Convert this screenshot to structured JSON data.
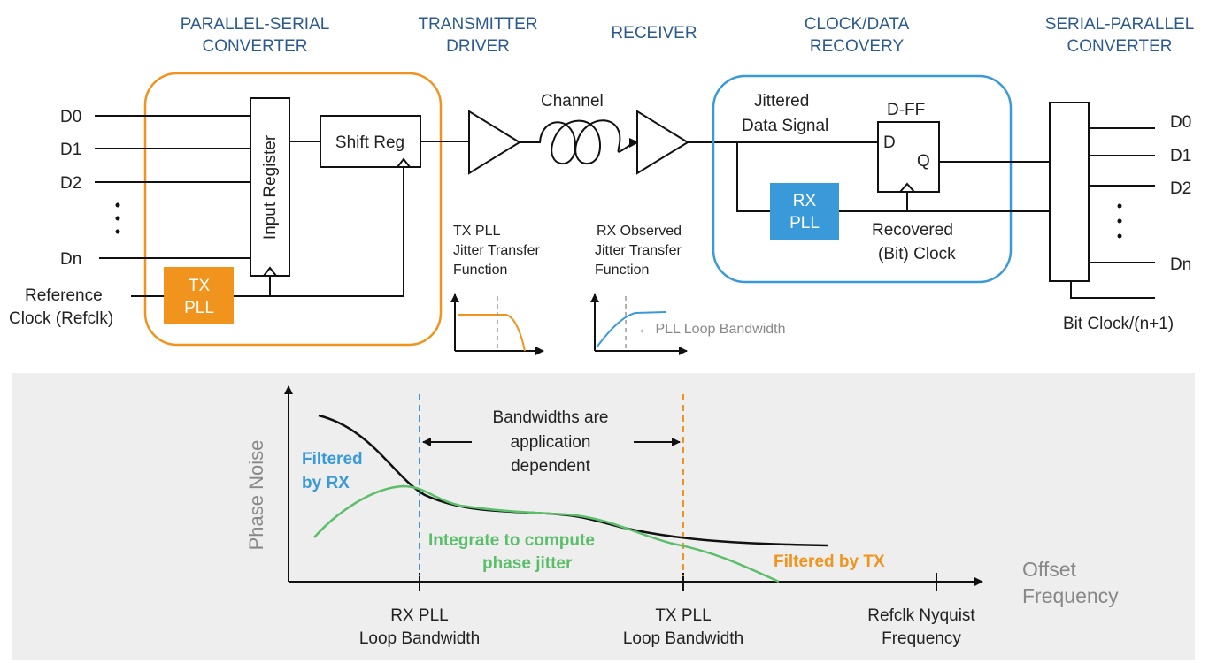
{
  "colors": {
    "header": "#2b5a8f",
    "tx_accent": "#f0941e",
    "rx_accent": "#3a9ad9",
    "integrate_green": "#5bbf6a",
    "lower_panel_bg": "#eeeeee",
    "annotation_gray": "#888888"
  },
  "headers": {
    "parallel_serial": [
      "PARALLEL-SERIAL",
      "CONVERTER"
    ],
    "transmitter": [
      "TRANSMITTER",
      "DRIVER"
    ],
    "receiver": "RECEIVER",
    "cdr": [
      "CLOCK/DATA",
      "RECOVERY"
    ],
    "serial_parallel": [
      "SERIAL-PARALLEL",
      "CONVERTER"
    ]
  },
  "inputs": {
    "d0": "D0",
    "d1": "D1",
    "d2": "D2",
    "dn": "Dn",
    "refclk": [
      "Reference",
      "Clock (Refclk)"
    ]
  },
  "blocks": {
    "input_register": "Input Register",
    "shift_reg": "Shift Reg",
    "tx_pll": [
      "TX",
      "PLL"
    ],
    "rx_pll": [
      "RX",
      "PLL"
    ],
    "dff": "D-FF",
    "dff_d": "D",
    "dff_q": "Q"
  },
  "channel": "Channel",
  "jittered": [
    "Jittered",
    "Data Signal"
  ],
  "recovered": [
    "Recovered",
    "(Bit) Clock"
  ],
  "outputs": {
    "d0": "D0",
    "d1": "D1",
    "d2": "D2",
    "dn": "Dn",
    "bitclock": "Bit Clock/(n+1)"
  },
  "insets": {
    "tx_jtf": [
      "TX PLL",
      "Jitter Transfer",
      "Function"
    ],
    "rx_jtf": [
      "RX Observed",
      "Jitter Transfer",
      "Function"
    ],
    "loop_bw_note": "← PLL Loop Bandwidth"
  },
  "lower": {
    "y_axis_label": "Phase Noise",
    "x_axis_label": [
      "Offset",
      "Frequency"
    ],
    "bandwidth_note": [
      "Bandwidths are",
      "application",
      "dependent"
    ],
    "filtered_rx": [
      "Filtered",
      "by RX"
    ],
    "integrate": [
      "Integrate to compute",
      "phase jitter"
    ],
    "filtered_tx": "Filtered by TX",
    "rx_pll_bw": [
      "RX PLL",
      "Loop Bandwidth"
    ],
    "tx_pll_bw": [
      "TX PLL",
      "Loop Bandwidth"
    ],
    "nyquist": [
      "Refclk Nyquist",
      "Frequency"
    ]
  }
}
